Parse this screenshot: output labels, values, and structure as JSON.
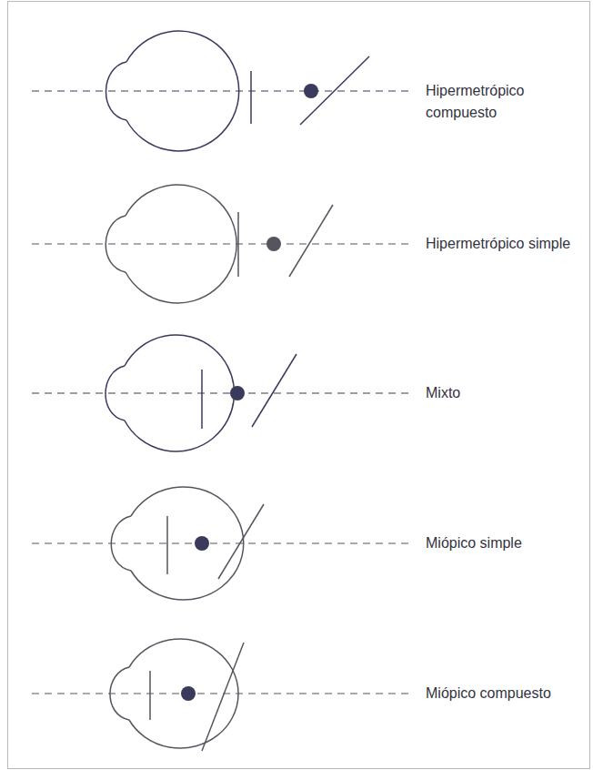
{
  "diagram": {
    "labels": [
      "Hipermetrópico compuesto",
      "Hipermetrópico simple",
      "Mixto",
      "Miópico simple",
      "Miópico compuesto"
    ]
  }
}
